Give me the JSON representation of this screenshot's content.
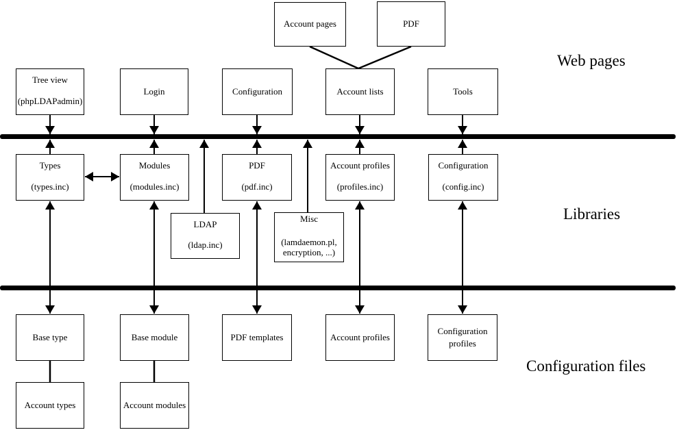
{
  "sections": {
    "web_pages": "Web pages",
    "libraries": "Libraries",
    "configuration_files": "Configuration files"
  },
  "boxes": {
    "account_pages": {
      "line1": "Account pages"
    },
    "pdf_page": {
      "line1": "PDF"
    },
    "tree_view": {
      "line1": "Tree view",
      "line2": "(phpLDAPadmin)"
    },
    "login": {
      "line1": "Login"
    },
    "configuration_page": {
      "line1": "Configuration"
    },
    "account_lists": {
      "line1": "Account lists"
    },
    "tools": {
      "line1": "Tools"
    },
    "types": {
      "line1": "Types",
      "line2": "(types.inc)"
    },
    "modules": {
      "line1": "Modules",
      "line2": "(modules.inc)"
    },
    "pdf_lib": {
      "line1": "PDF",
      "line2": "(pdf.inc)"
    },
    "account_profiles_lib": {
      "line1": "Account profiles",
      "line2": "(profiles.inc)"
    },
    "configuration_lib": {
      "line1": "Configuration",
      "line2": "(config.inc)"
    },
    "ldap": {
      "line1": "LDAP",
      "line2": "(ldap.inc)"
    },
    "misc": {
      "line1": "Misc",
      "line2": "(lamdaemon.pl,",
      "line3": "encryption, ...)"
    },
    "base_type": {
      "line1": "Base type"
    },
    "base_module": {
      "line1": "Base module"
    },
    "pdf_templates": {
      "line1": "PDF templates"
    },
    "account_profiles_cfg": {
      "line1": "Account profiles"
    },
    "configuration_profiles": {
      "line1": "Configuration",
      "line2": "profiles"
    },
    "account_types": {
      "line1": "Account types"
    },
    "account_modules": {
      "line1": "Account modules"
    }
  },
  "colors": {
    "background": "#ffffff",
    "line": "#000000",
    "text": "#000000"
  }
}
